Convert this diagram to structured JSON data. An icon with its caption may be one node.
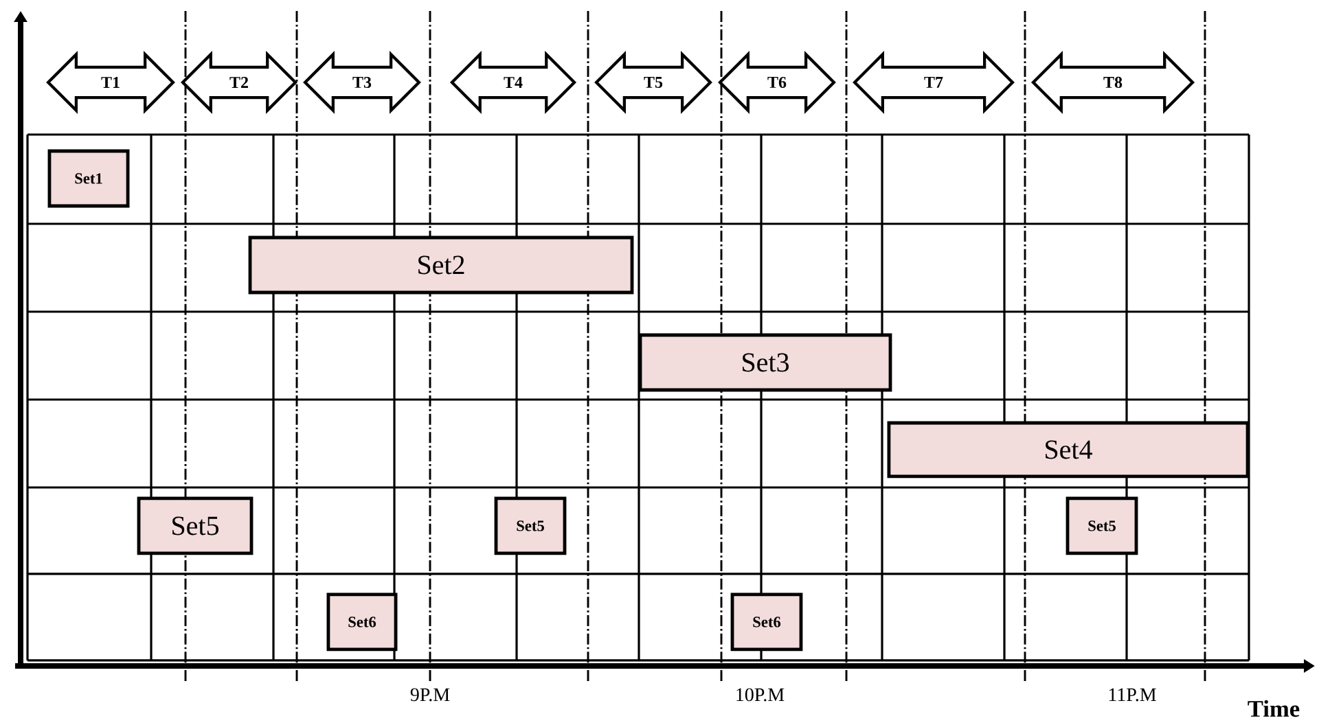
{
  "diagram": {
    "nodes": [
      {
        "text": [
          "Set1"
        ]
      },
      {
        "text": [
          "Set2"
        ]
      },
      {
        "text": [
          "Set3"
        ]
      },
      {
        "text": [
          "Set4"
        ]
      },
      {
        "text": [
          "Set5"
        ]
      },
      {
        "text": [
          "Set5"
        ]
      },
      {
        "text": [
          "Set5"
        ]
      },
      {
        "text": [
          "Set6"
        ]
      },
      {
        "text": [
          "Set6"
        ]
      }
    ],
    "edges": [],
    "labels": [
      "T1",
      "T2",
      "T3",
      "T4",
      "T5",
      "T6",
      "T7",
      "T8",
      "9P.M",
      "10P.M",
      "11P.M",
      "Time"
    ]
  }
}
